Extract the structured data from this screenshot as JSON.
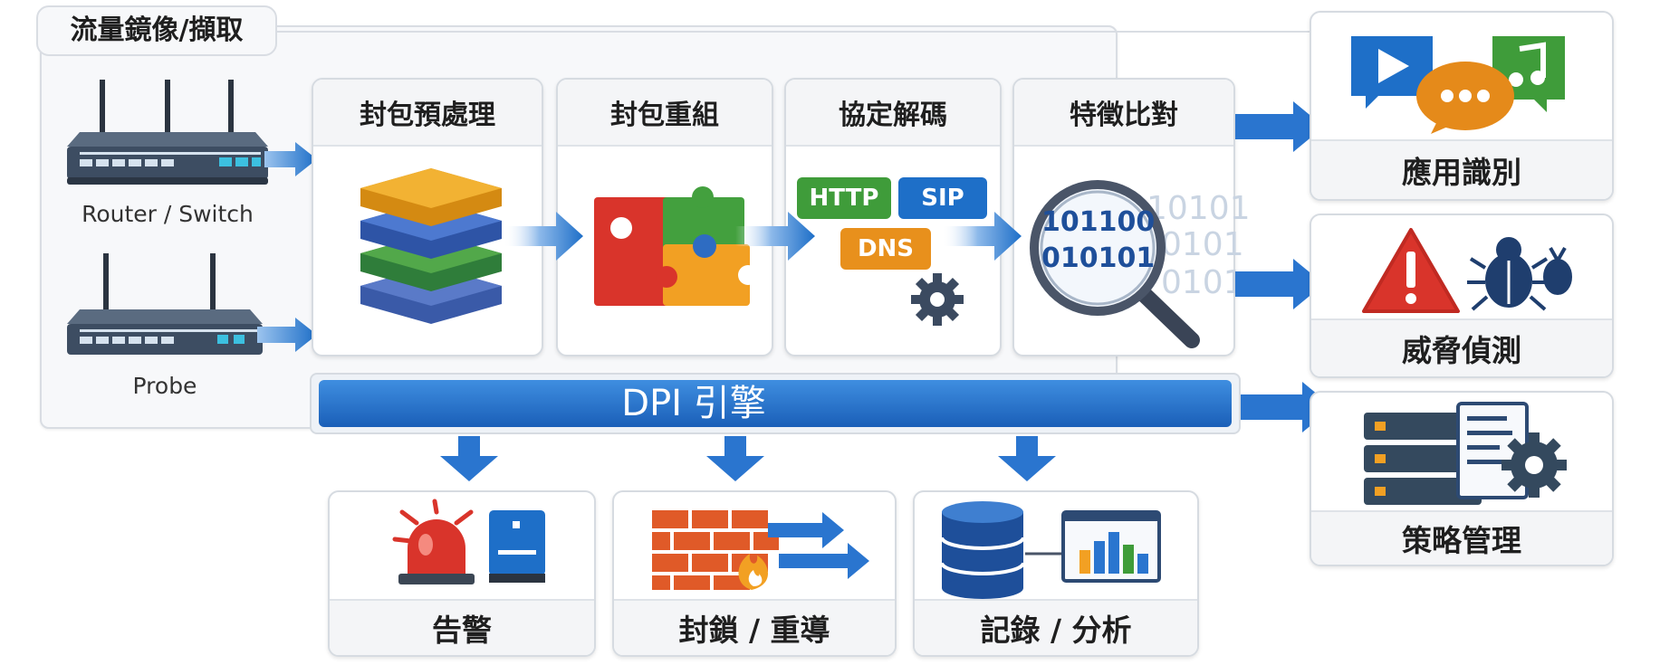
{
  "capture": {
    "title": "流量鏡像/擷取",
    "devices": [
      {
        "label": "Router / Switch",
        "icon": "router-icon"
      },
      {
        "label": "Probe",
        "icon": "probe-icon"
      }
    ]
  },
  "pipeline": {
    "stages": [
      {
        "title": "封包預處理",
        "icon": "layer-stack-icon"
      },
      {
        "title": "封包重組",
        "icon": "puzzle-icon"
      },
      {
        "title": "協定解碼",
        "icon": "protocol-tags-icon"
      },
      {
        "title": "特徵比對",
        "icon": "magnifier-icon"
      }
    ],
    "protocols": [
      "HTTP",
      "SIP",
      "DNS"
    ],
    "binary": [
      "101100",
      "010101"
    ],
    "binary_bg": [
      "10101",
      "0101",
      "0101"
    ],
    "engine_label": "DPI 引擎"
  },
  "outputs_right": [
    {
      "label": "應用識別",
      "icon": "app-media-icon"
    },
    {
      "label": "威脅偵測",
      "icon": "threat-bug-icon"
    },
    {
      "label": "策略管理",
      "icon": "policy-server-icon"
    }
  ],
  "actions_bottom": [
    {
      "label": "告警",
      "icon": "alarm-siren-icon"
    },
    {
      "label": "封鎖 / 重導",
      "icon": "firewall-icon"
    },
    {
      "label": "記錄 / 分析",
      "icon": "database-icon"
    }
  ],
  "colors": {
    "accent_blue": "#1e6fc8",
    "arrow_blue": "#2a75cf",
    "green": "#3f9c3a",
    "orange": "#e8901c",
    "red": "#d9342b",
    "panel_border": "#d9dde3"
  }
}
